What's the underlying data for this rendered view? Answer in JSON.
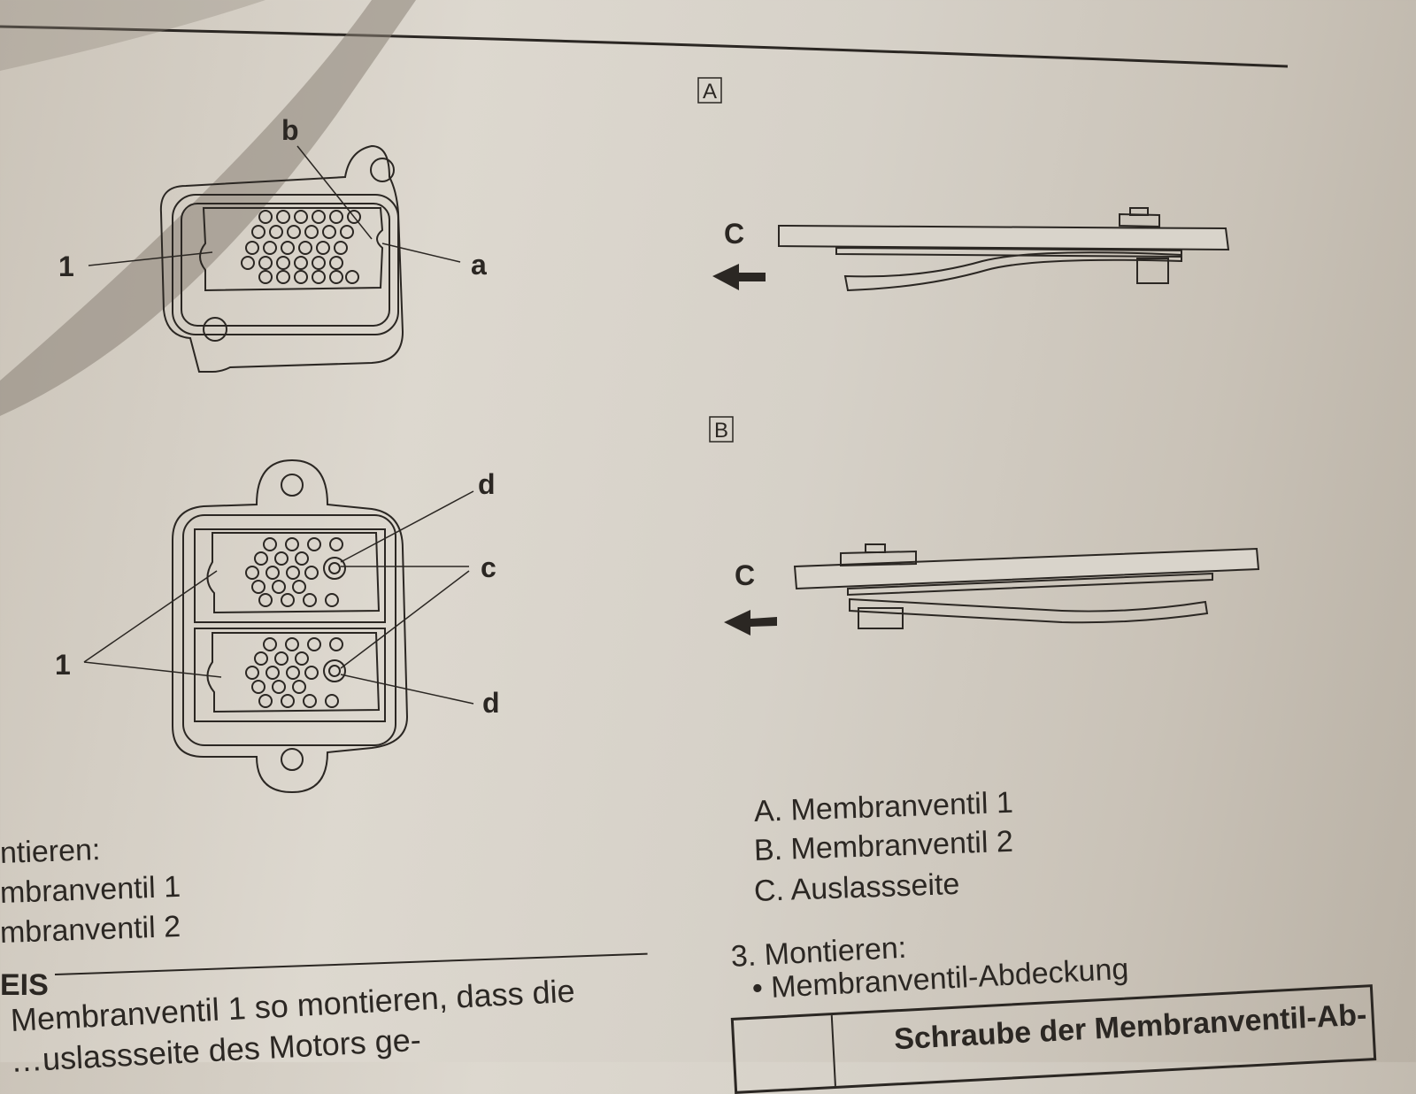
{
  "figure_left": {
    "top_diagram_labels": {
      "b": "b",
      "a": "a",
      "part": "1"
    },
    "bottom_diagram_labels": {
      "d_top": "d",
      "c": "c",
      "d_bottom": "d",
      "part": "1"
    }
  },
  "figure_right": {
    "panel_a": {
      "box": "A",
      "label": "C"
    },
    "panel_b": {
      "box": "B",
      "label": "C"
    }
  },
  "legend": {
    "items": [
      "A. Membranventil 1",
      "B. Membranventil 2",
      "C. Auslassseite"
    ]
  },
  "left_column": {
    "lines": [
      "ntieren:",
      "mbranventil 1",
      "mbranventil 2"
    ],
    "note_heading": "EIS",
    "note_lines": [
      "Membranventil 1 so montieren, dass die",
      "…uslassseite des Motors ge-"
    ]
  },
  "right_column": {
    "step": "3. Montieren:",
    "bullet": "• Membranventil-Abdeckung",
    "table_cell": "Schraube der Membranventil-Ab-"
  }
}
